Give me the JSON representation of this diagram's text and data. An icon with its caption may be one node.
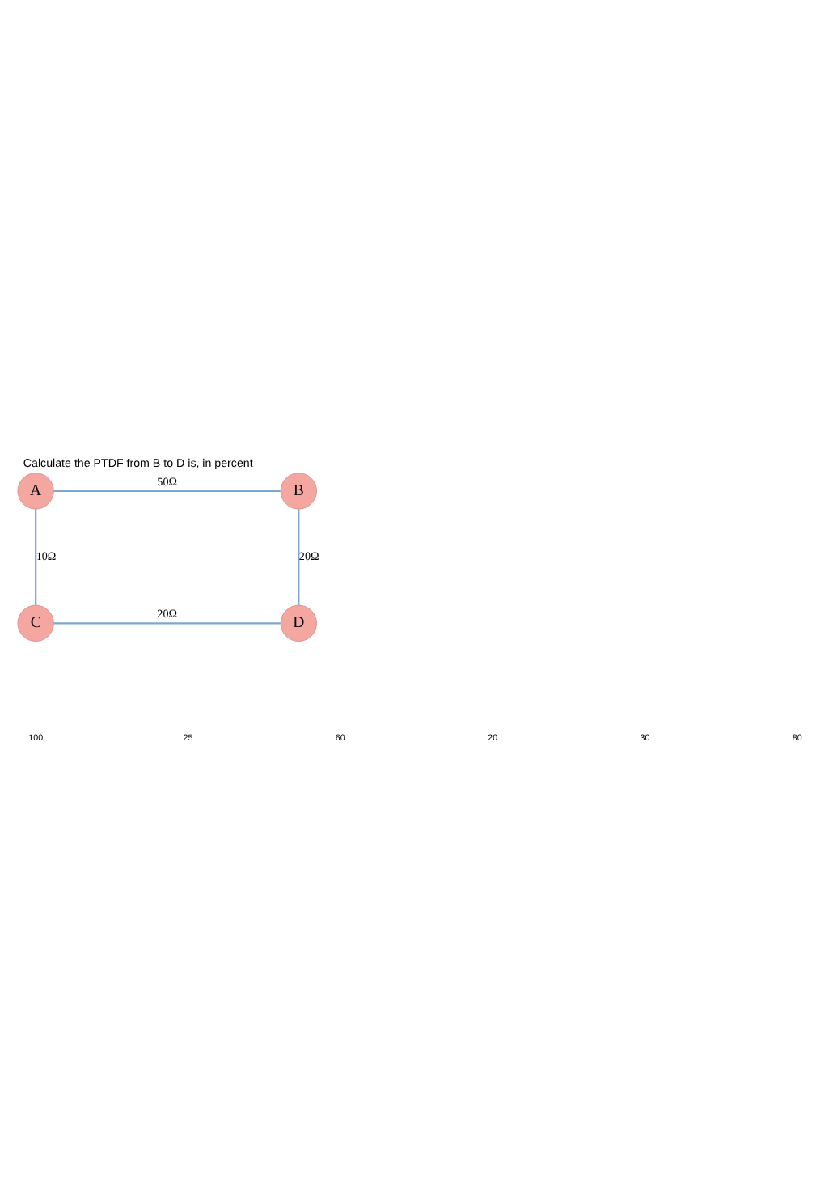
{
  "diagram": {
    "title": "Calculate the PTDF from B to D is, in percent",
    "nodes": [
      {
        "text": [
          "A"
        ]
      },
      {
        "text": [
          "B"
        ]
      },
      {
        "text": [
          "C"
        ]
      },
      {
        "text": [
          "D"
        ]
      }
    ],
    "edges": [
      {
        "from": 0,
        "to": 1,
        "arrow": "none",
        "label": "50Ω"
      },
      {
        "from": 0,
        "to": 2,
        "arrow": "none",
        "label": "10Ω"
      },
      {
        "from": 1,
        "to": 3,
        "arrow": "none",
        "label": "20Ω"
      },
      {
        "from": 2,
        "to": 3,
        "arrow": "none",
        "label": "20Ω"
      }
    ],
    "labels": [
      "100",
      "25",
      "60",
      "20",
      "30",
      "80"
    ]
  }
}
